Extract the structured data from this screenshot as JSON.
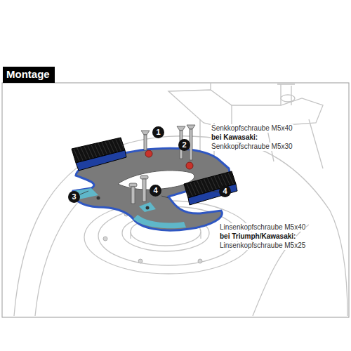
{
  "diagram": {
    "title": "Montage",
    "labels": [
      "1",
      "2",
      "Senkkopfschraube M5x40",
      "bei Kawasaki:",
      "Senkkopfschraube M5x30",
      "3",
      "4",
      "4",
      "Linsenkopfschraube M5x40",
      "bei Triumph/Kawasaki:",
      "Linsenkopfschraube M5x25"
    ]
  }
}
